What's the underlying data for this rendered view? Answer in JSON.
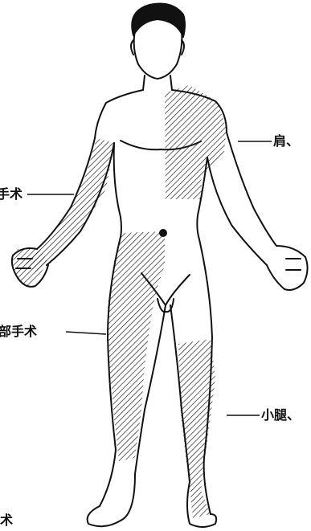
{
  "labels": {
    "shoulder": "肩、",
    "upper_arm": "手术",
    "thigh": "部手术",
    "calf": "小腿、",
    "foot": "术"
  },
  "colors": {
    "ink": "#111111",
    "background": "#ffffff"
  }
}
